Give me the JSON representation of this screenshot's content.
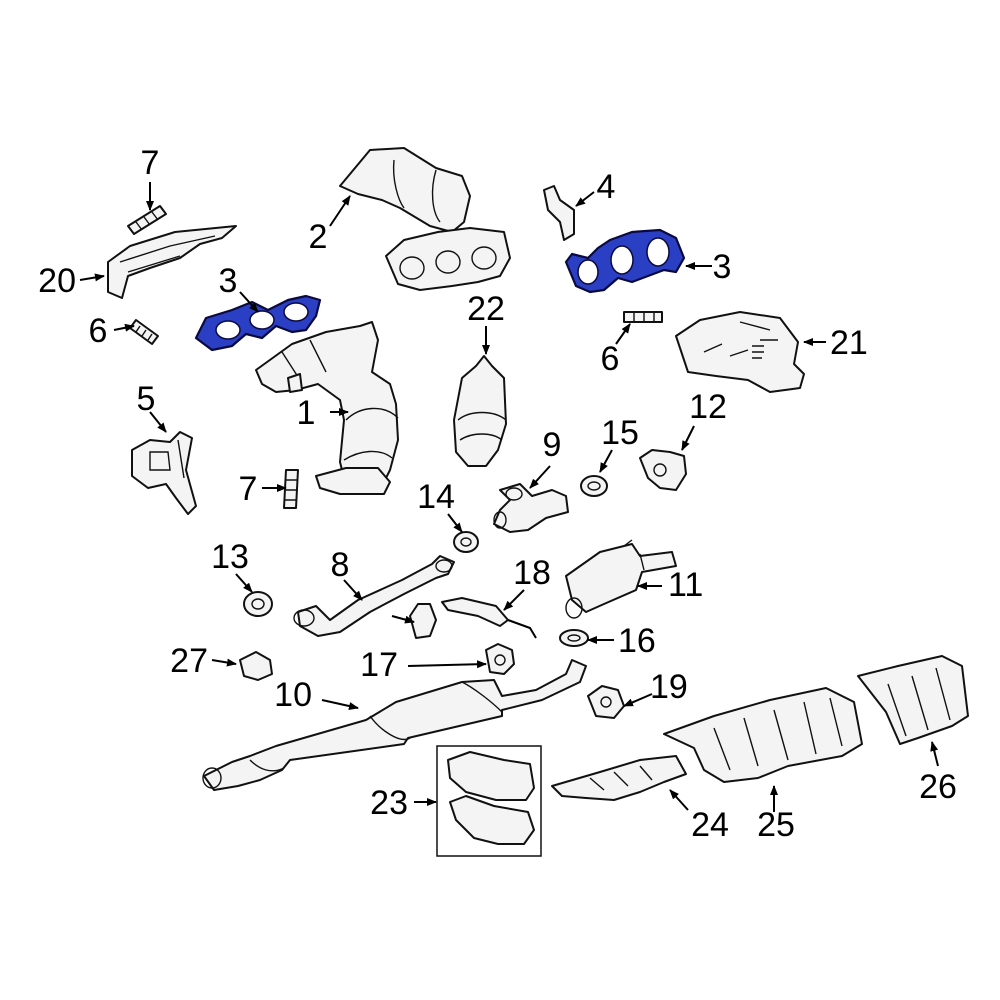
{
  "diagram": {
    "highlight_color": "#2b3fc4",
    "callouts": [
      {
        "id": "c1",
        "text": "1"
      },
      {
        "id": "c2",
        "text": "2"
      },
      {
        "id": "c3a",
        "text": "3"
      },
      {
        "id": "c3b",
        "text": "3"
      },
      {
        "id": "c4",
        "text": "4"
      },
      {
        "id": "c5",
        "text": "5"
      },
      {
        "id": "c6a",
        "text": "6"
      },
      {
        "id": "c6b",
        "text": "6"
      },
      {
        "id": "c7a",
        "text": "7"
      },
      {
        "id": "c7b",
        "text": "7"
      },
      {
        "id": "c8",
        "text": "8"
      },
      {
        "id": "c9",
        "text": "9"
      },
      {
        "id": "c10",
        "text": "10"
      },
      {
        "id": "c11",
        "text": "11"
      },
      {
        "id": "c12",
        "text": "12"
      },
      {
        "id": "c13",
        "text": "13"
      },
      {
        "id": "c14",
        "text": "14"
      },
      {
        "id": "c15",
        "text": "15"
      },
      {
        "id": "c16",
        "text": "16"
      },
      {
        "id": "c17",
        "text": "17"
      },
      {
        "id": "c18",
        "text": "18"
      },
      {
        "id": "c19",
        "text": "19"
      },
      {
        "id": "c20",
        "text": "20"
      },
      {
        "id": "c21",
        "text": "21"
      },
      {
        "id": "c22",
        "text": "22"
      },
      {
        "id": "c23",
        "text": "23"
      },
      {
        "id": "c24",
        "text": "24"
      },
      {
        "id": "c25",
        "text": "25"
      },
      {
        "id": "c26",
        "text": "26"
      },
      {
        "id": "c27",
        "text": "27"
      }
    ]
  }
}
